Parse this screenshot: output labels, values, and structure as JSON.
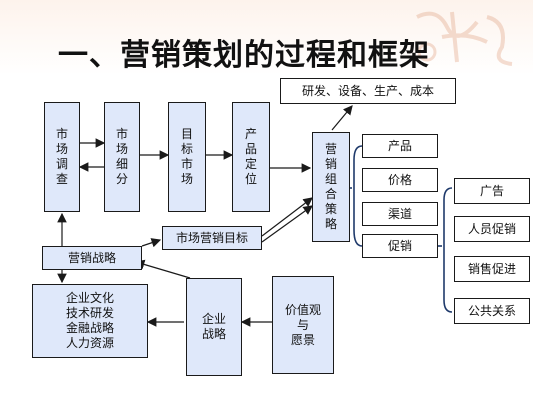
{
  "title": "一、营销策划的过程和框架",
  "nodes": {
    "research": "研发、设备、生产、成本",
    "market_research": "市场调查",
    "market_segment": "市场细分",
    "target_market": "目标市场",
    "positioning": "产品定位",
    "marketing_mix": "营销组合策略",
    "product": "产品",
    "price": "价格",
    "channel": "渠道",
    "promotion": "促销",
    "advertising": "广告",
    "personal_selling": "人员促销",
    "sales_promotion": "销售促进",
    "public_relations": "公共关系",
    "market_goal": "市场营销目标",
    "marketing_strategy": "营销战略",
    "corporate_list": [
      "企业文化",
      "技术研发",
      "金融战略",
      "人力资源"
    ],
    "corporate_strategy": "企业战略",
    "values": [
      "价值观",
      "与",
      "愿景"
    ]
  },
  "colors": {
    "box_fill": "#dfe8fa",
    "line": "#1a1a1a",
    "bracket": "#1f3a6b"
  },
  "watermark_icon": "calligraphy-watermark"
}
